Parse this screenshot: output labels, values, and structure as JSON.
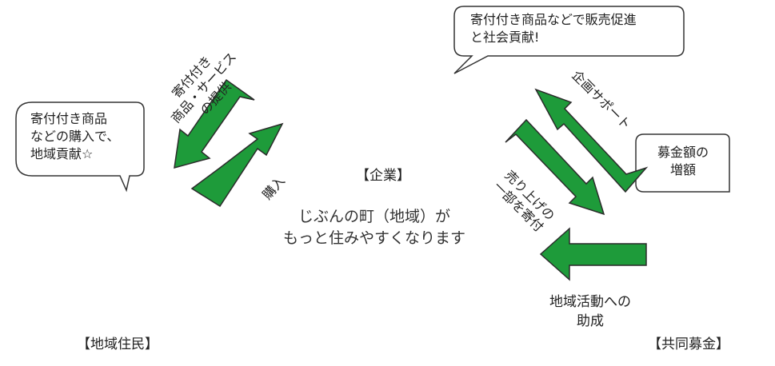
{
  "roles": {
    "company": "【企業】",
    "residents": "【地域住民】",
    "fund": "【共同募金】"
  },
  "bubbles": {
    "resident": [
      "寄付付き商品",
      "などの購入で、",
      "地域貢献☆"
    ],
    "company": [
      "寄付付き商品などで販売促進",
      "と社会貢献!"
    ],
    "fund": [
      "募金額の",
      "増額"
    ]
  },
  "arrows": {
    "provide": [
      "寄付付き",
      "商品・サービス",
      "の提供"
    ],
    "purchase": "購入",
    "planning_support": "企画サポート",
    "donate_part": [
      "売り上げの",
      "一部を寄付"
    ],
    "grant": [
      "地域活動への",
      "助成"
    ]
  },
  "center": [
    "じぶんの町（地域）が",
    "もっと住みやすくなります"
  ],
  "colors": {
    "arrow_fill": "#1e9b3a",
    "arrow_stroke": "#2b2b2b",
    "bubble_stroke": "#333333"
  }
}
